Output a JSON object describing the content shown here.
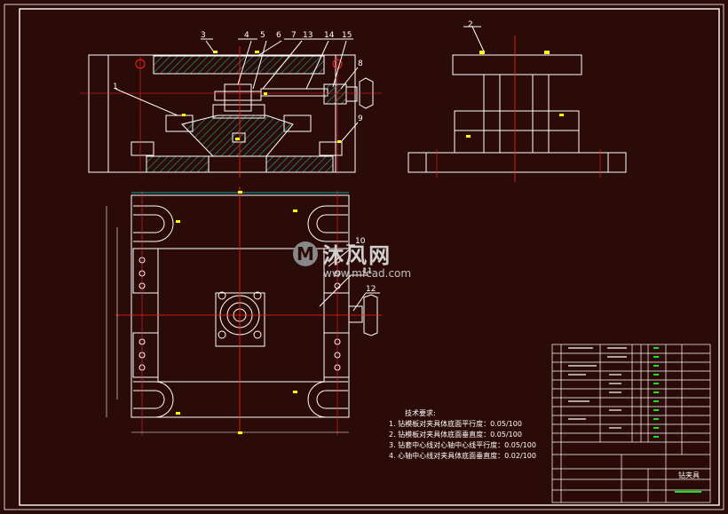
{
  "drawing": {
    "colors": {
      "background": "#2b0b08",
      "outline": "#ffffff",
      "centerline": "#ff2020",
      "hatch": "#1fa89a",
      "dimension": "#00d8d8",
      "marker": "#ffff00",
      "text_green": "#20e020"
    },
    "callouts": [
      "1",
      "2",
      "3",
      "4",
      "5",
      "6",
      "7",
      "13",
      "14",
      "15",
      "8",
      "9",
      "10",
      "11",
      "12"
    ],
    "tech_requirements": {
      "title": "技术要求:",
      "lines": [
        "1. 钻模板对夹具体底面平行度：0.05/100",
        "2. 钻模板对夹具体底面垂直度：0.05/100",
        "3. 钻套中心线对心轴中心线平行度：0.05/100",
        "4. 心轴中心线对夹具体底面垂直度：0.02/100"
      ]
    },
    "title_block": {
      "drawing_name": "钻夹具"
    },
    "watermark": {
      "brand": "沐风网",
      "url": "www.mfcad.com",
      "logo_letter": "M"
    }
  }
}
